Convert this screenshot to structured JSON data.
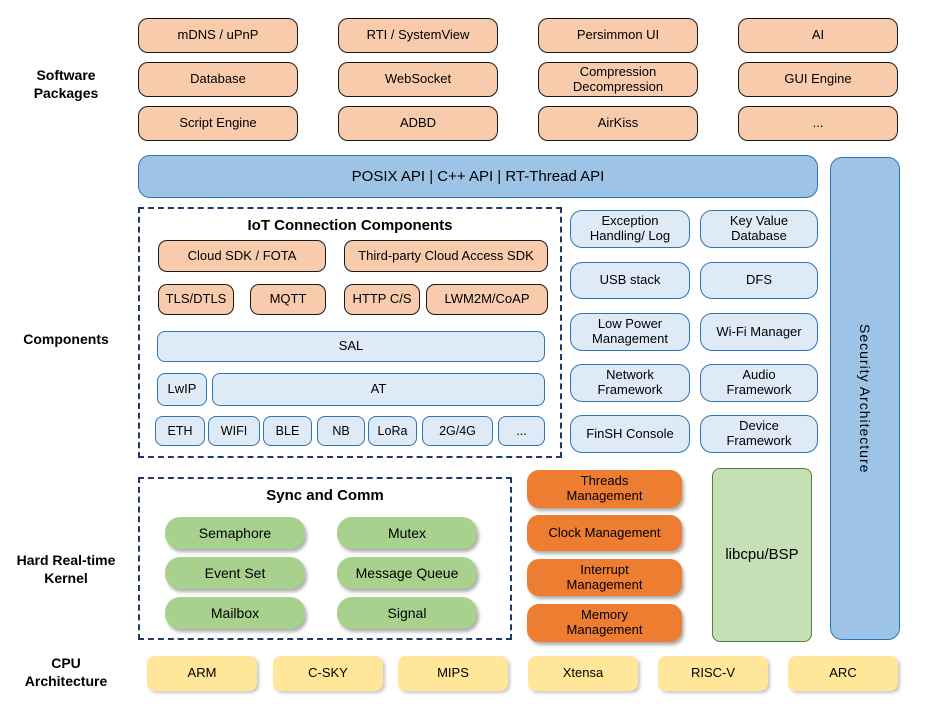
{
  "colors": {
    "peach": "#F8CBAD",
    "medium_blue": "#9DC3E6",
    "light_blue": "#DEEBF7",
    "blue_border": "#2E75B6",
    "orange": "#ED7D31",
    "green": "#A9D18E",
    "light_green": "#C5E0B4",
    "yellow": "#FFE699",
    "dashed_navy": "#1F3864"
  },
  "left_labels": {
    "software_packages": "Software\nPackages",
    "components": "Components",
    "kernel": "Hard Real-time\nKernel",
    "cpu": "CPU\nArchitecture"
  },
  "software_packages": [
    "mDNS / uPnP",
    "RTI / SystemView",
    "Persimmon UI",
    "AI",
    "Database",
    "WebSocket",
    "Compression\nDecompression",
    "GUI Engine",
    "Script Engine",
    "ADBD",
    "AirKiss",
    "..."
  ],
  "api_bar": "POSIX API | C++ API | RT-Thread API",
  "security_bar": "Security Architecture",
  "iot": {
    "title": "IoT Connection Components",
    "cloud": [
      "Cloud SDK / FOTA",
      "Third-party Cloud Access SDK"
    ],
    "protocols": [
      "TLS/DTLS",
      "MQTT",
      "HTTP C/S",
      "LWM2M/CoAP"
    ],
    "sal": "SAL",
    "lwip": "LwIP",
    "at": "AT",
    "links": [
      "ETH",
      "WIFI",
      "BLE",
      "NB",
      "LoRa",
      "2G/4G",
      "..."
    ]
  },
  "services": [
    "Exception\nHandling/ Log",
    "Key Value\nDatabase",
    "USB stack",
    "DFS",
    "Low Power\nManagement",
    "Wi-Fi Manager",
    "Network\nFramework",
    "Audio\nFramework",
    "FinSH Console",
    "Device\nFramework"
  ],
  "kernel": {
    "sync_title": "Sync and Comm",
    "sync": [
      "Semaphore",
      "Mutex",
      "Event Set",
      "Message Queue",
      "Mailbox",
      "Signal"
    ],
    "management": [
      "Threads\nManagement",
      "Clock Management",
      "Interrupt\nManagement",
      "Memory\nManagement"
    ],
    "libcpu": "libcpu/BSP"
  },
  "cpu_architectures": [
    "ARM",
    "C-SKY",
    "MIPS",
    "Xtensa",
    "RISC-V",
    "ARC"
  ]
}
